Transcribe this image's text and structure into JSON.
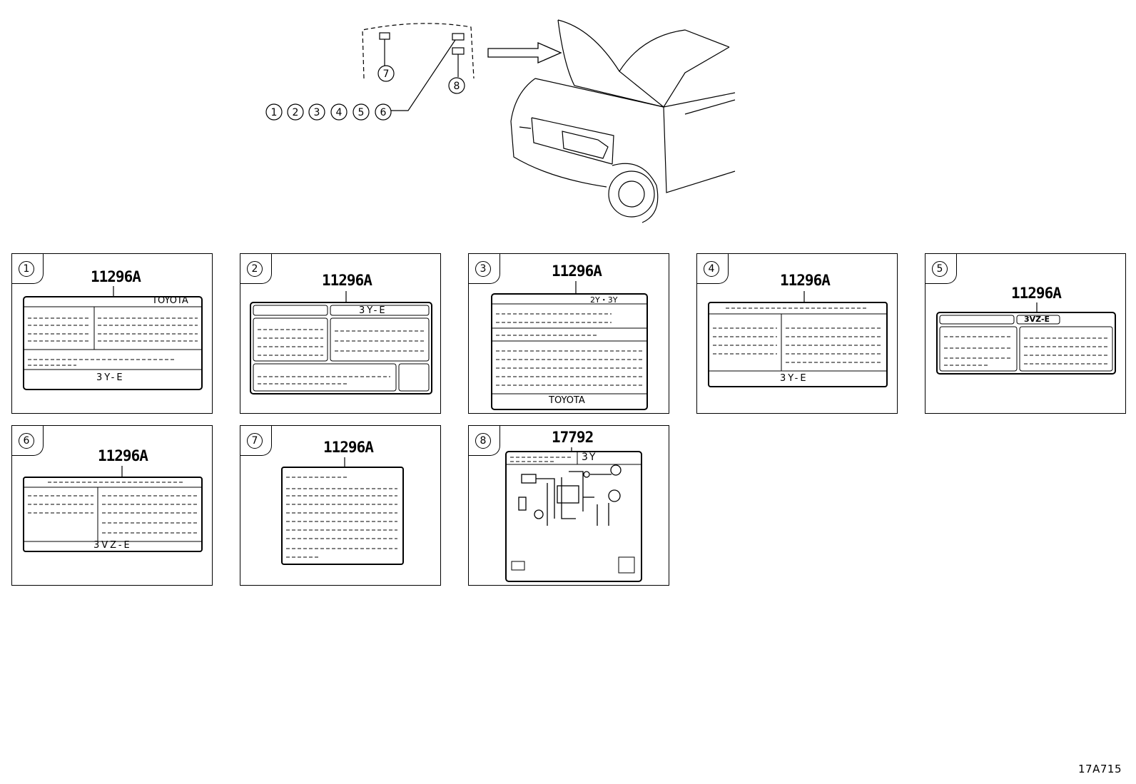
{
  "overview": {
    "callouts_left": [
      "1",
      "2",
      "3",
      "4",
      "5",
      "6"
    ],
    "callout_7": "7",
    "callout_8": "8"
  },
  "panels": [
    {
      "num": "1",
      "part_no": "11296A",
      "brand": "TOYOTA",
      "engine": "3Y-E"
    },
    {
      "num": "2",
      "part_no": "11296A",
      "engine": "3Y-E"
    },
    {
      "num": "3",
      "part_no": "11296A",
      "engine": "2Y・3Y",
      "brand": "TOYOTA"
    },
    {
      "num": "4",
      "part_no": "11296A",
      "engine": "3Y-E"
    },
    {
      "num": "5",
      "part_no": "11296A",
      "engine": "3VZ-E"
    },
    {
      "num": "6",
      "part_no": "11296A",
      "engine": "3VZ-E"
    },
    {
      "num": "7",
      "part_no": "11296A"
    },
    {
      "num": "8",
      "part_no": "17792",
      "engine": "3Y"
    }
  ],
  "footer": {
    "code": "17A715"
  }
}
